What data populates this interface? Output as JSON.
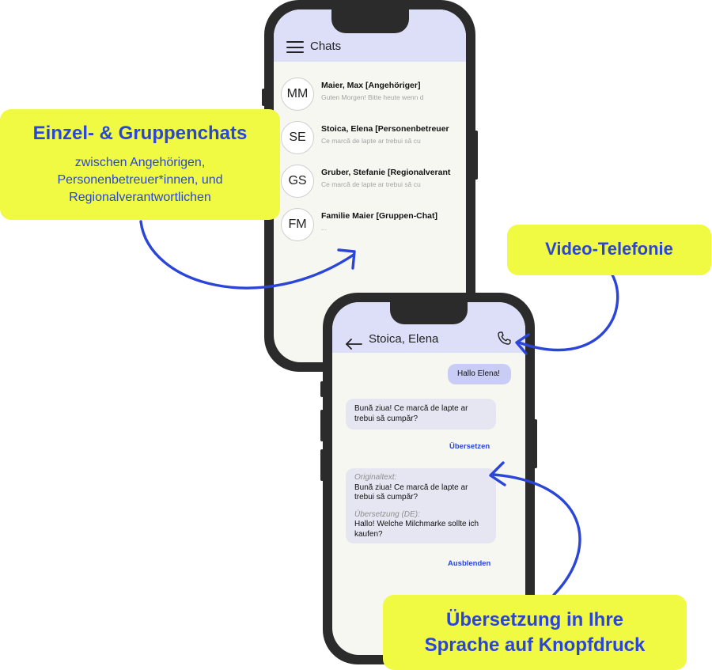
{
  "colors": {
    "accent_blue": "#2a45d7",
    "callout_yellow": "#f0fa42",
    "header_lavender": "#dcdff7",
    "phone_frame": "#2b2b2b",
    "screen_bg": "#f7f7f2"
  },
  "chat_list": {
    "title": "Chats",
    "menu_icon": "hamburger-menu-icon",
    "items": [
      {
        "initials": "MM",
        "name": "Maier, Max [Angehöriger]",
        "preview": "Guten Morgen! Bitte heute wenn d"
      },
      {
        "initials": "SE",
        "name": "Stoica, Elena [Personenbetreuer",
        "preview": "Ce marcă de lapte ar trebui să cu"
      },
      {
        "initials": "GS",
        "name": "Gruber, Stefanie [Regionalverant",
        "preview": "Ce marcă de lapte ar trebui să cu"
      },
      {
        "initials": "FM",
        "name": "Familie Maier [Gruppen-Chat]",
        "preview": "..."
      }
    ]
  },
  "conversation": {
    "title": "Stoica, Elena",
    "back_icon": "back-arrow-icon",
    "call_icon": "phone-call-icon",
    "sent_message": "Hallo Elena!",
    "received_message": "Bună ziua! Ce marcă de lapte ar trebui să cumpăr?",
    "translate_label": "Übersetzen",
    "translated": {
      "original_label": "Originaltext:",
      "original_text": "Bună ziua! Ce marcă de lapte ar trebui să cumpăr?",
      "translation_label": "Übersetzung (DE):",
      "translation_text": "Hallo! Welche Milchmarke sollte ich kaufen?"
    },
    "hide_label": "Ausblenden"
  },
  "callouts": {
    "chats": {
      "title": "Einzel- & Gruppenchats",
      "subtitle_lines": [
        "zwischen Angehörigen,",
        "Personenbetreuer*innen, und",
        "Regionalverantwortlichen"
      ]
    },
    "video": {
      "title": "Video-Telefonie"
    },
    "translation": {
      "title_lines": [
        "Übersetzung in Ihre",
        "Sprache auf Knopfdruck"
      ]
    }
  }
}
